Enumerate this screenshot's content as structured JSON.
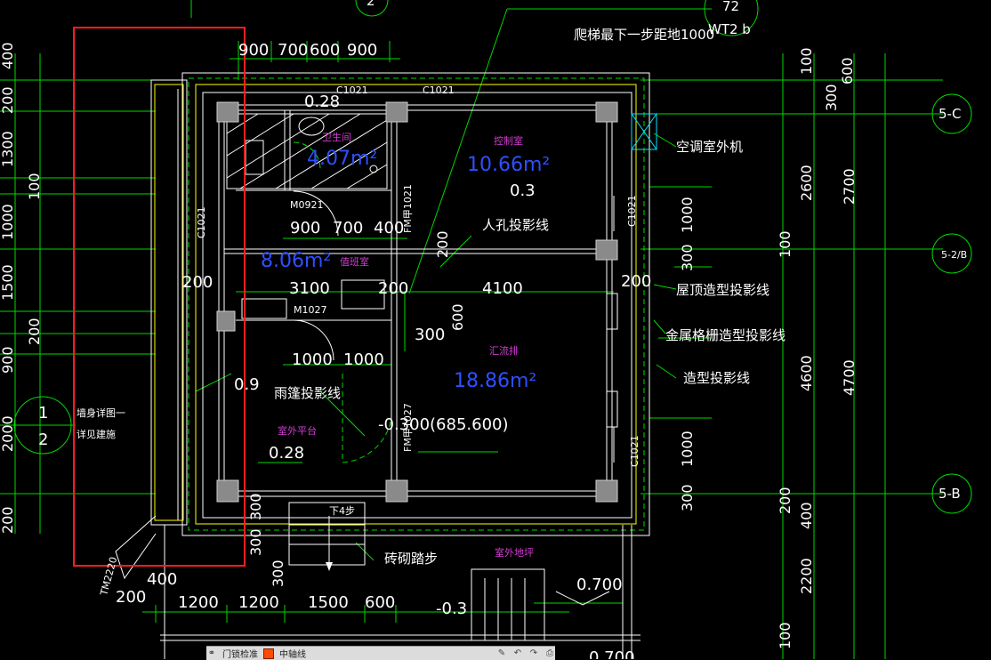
{
  "colors": {
    "background": "#000000",
    "dims": "#00d800",
    "walls": "#ffffff",
    "grid": "#00d800",
    "highlight": "#ff2020",
    "area": "#2f4fff",
    "room": "#d23cd2"
  },
  "texts": {
    "top_note": "爬梯最下一步距地1000",
    "wt2b": "WT2 b",
    "t72": "72",
    "d2": "2",
    "ac": "空调室外机",
    "manhole": "人孔投影线",
    "roof": "屋顶造型投影线",
    "metal": "金属格栅造型投影线",
    "model": "造型投影线",
    "canopy": "雨篷投影线",
    "brick": "砖砌踏步",
    "wall_note1": "墙身详图一",
    "wall_note2": "详见建施",
    "steps": "下4步",
    "elev": "-0.300(685.600)",
    "elev_m03": "-0.3",
    "elev_0700a": "0.700",
    "elev_0700b": "0.700"
  },
  "rooms": {
    "toilet": "卫生间",
    "toilet_area": "4.07m²",
    "control": "控制室",
    "control_area": "10.66m²",
    "duty": "值班室",
    "duty_area": "8.06m²",
    "sink": "汇流排",
    "sink_area": "18.86m²",
    "platform": "室外平台",
    "ground": "室外地坪"
  },
  "tags": {
    "c1021a": "C1021",
    "c1021b": "C1021",
    "c1021c": "C1021",
    "c1021d": "C1021",
    "c1021e": "C1021",
    "m0921": "M0921",
    "m1027": "M1027",
    "fm1021": "FM甲1021",
    "fm1027": "FM甲1027",
    "tm": "TM2220"
  },
  "dims_top": [
    "900",
    "700",
    "600",
    "900"
  ],
  "dims_mid": [
    "900",
    "700",
    "400"
  ],
  "dims_bottom": [
    "1200",
    "1200",
    "1500",
    "600"
  ],
  "dims_misc": {
    "d028a": "0.28",
    "d028b": "0.28",
    "d03": "0.3",
    "d09": "0.9",
    "d200a": "200",
    "d200b": "200",
    "d200c": "200",
    "d200d": "200",
    "d200e": "200",
    "d3100": "3100",
    "d4100": "4100",
    "d300": "300",
    "d600": "600",
    "d1000a": "1000",
    "d1000b": "1000",
    "d400": "400",
    "d200f": "200"
  },
  "left_dims": [
    "400",
    "200",
    "1300",
    "100",
    "1000",
    "1500",
    "200",
    "900",
    "2000",
    "200"
  ],
  "right_col1": [
    "100",
    "2600",
    "100",
    "4600",
    "200",
    "2200",
    "100"
  ],
  "right_col2": [
    "300",
    "2700",
    "4700",
    "400"
  ],
  "right_col3": [
    "600"
  ],
  "side_dims": [
    "1000",
    "300",
    "1000",
    "300"
  ],
  "low_dims": [
    "300",
    "300",
    "300"
  ],
  "axes": {
    "c": "5-C",
    "b": "5-B",
    "mid": "5-2/B",
    "left_top": "1",
    "left_bot": "2"
  },
  "taskbar": {
    "layer_label": "门锁检准",
    "current": "中轴线"
  }
}
